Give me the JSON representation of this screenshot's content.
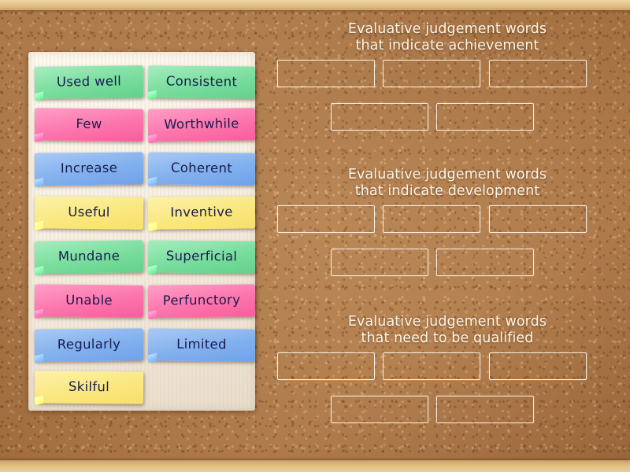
{
  "activity": {
    "type": "group-sort",
    "board_style": "cork-board"
  },
  "word_bank": {
    "name": "word-cards",
    "columns": 2,
    "cards": [
      {
        "label": "Used well",
        "color_name": "green",
        "color": "#79dd9d",
        "column": "left",
        "row": 1
      },
      {
        "label": "Consistent",
        "color_name": "green",
        "color": "#79dd9d",
        "column": "right",
        "row": 1
      },
      {
        "label": "Few",
        "color_name": "pink",
        "color": "#fc75ad",
        "column": "left",
        "row": 2
      },
      {
        "label": "Worthwhile",
        "color_name": "pink",
        "color": "#fc75ad",
        "column": "right",
        "row": 2
      },
      {
        "label": "Increase",
        "color_name": "blue",
        "color": "#83b0ee",
        "column": "left",
        "row": 3
      },
      {
        "label": "Coherent",
        "color_name": "blue",
        "color": "#83b0ee",
        "column": "right",
        "row": 3
      },
      {
        "label": "Useful",
        "color_name": "yellow",
        "color": "#fae77f",
        "column": "left",
        "row": 4
      },
      {
        "label": "Inventive",
        "color_name": "yellow",
        "color": "#fae77f",
        "column": "right",
        "row": 4
      },
      {
        "label": "Mundane",
        "color_name": "green",
        "color": "#79dd9d",
        "column": "left",
        "row": 5
      },
      {
        "label": "Superficial",
        "color_name": "green",
        "color": "#79dd9d",
        "column": "right",
        "row": 5
      },
      {
        "label": "Unable",
        "color_name": "pink",
        "color": "#fc75ad",
        "column": "left",
        "row": 6
      },
      {
        "label": "Perfunctory",
        "color_name": "pink",
        "color": "#fc75ad",
        "column": "right",
        "row": 6
      },
      {
        "label": "Regularly",
        "color_name": "blue",
        "color": "#83b0ee",
        "column": "left",
        "row": 7
      },
      {
        "label": "Limited",
        "color_name": "blue",
        "color": "#83b0ee",
        "column": "right",
        "row": 7
      },
      {
        "label": "Skilful",
        "color_name": "yellow",
        "color": "#fae77f",
        "column": "left",
        "row": 8
      }
    ]
  },
  "groups": [
    {
      "title_line1": "Evaluative judgement words",
      "title_line2": "that indicate achievement",
      "slots": [
        "",
        "",
        "",
        "",
        ""
      ]
    },
    {
      "title_line1": "Evaluative judgement words",
      "title_line2": "that indicate development",
      "slots": [
        "",
        "",
        "",
        "",
        ""
      ]
    },
    {
      "title_line1": "Evaluative judgement words",
      "title_line2": "that need to be qualified",
      "slots": [
        "",
        "",
        "",
        "",
        ""
      ]
    }
  ],
  "colors": {
    "cork": "#b57e4d",
    "frame_wood": "#e5c489",
    "panel_paper": "#fdfaf2",
    "card_text": "#161c4e",
    "group_title_text": "#fdf5e8",
    "slot_border": "#fff8ec"
  }
}
